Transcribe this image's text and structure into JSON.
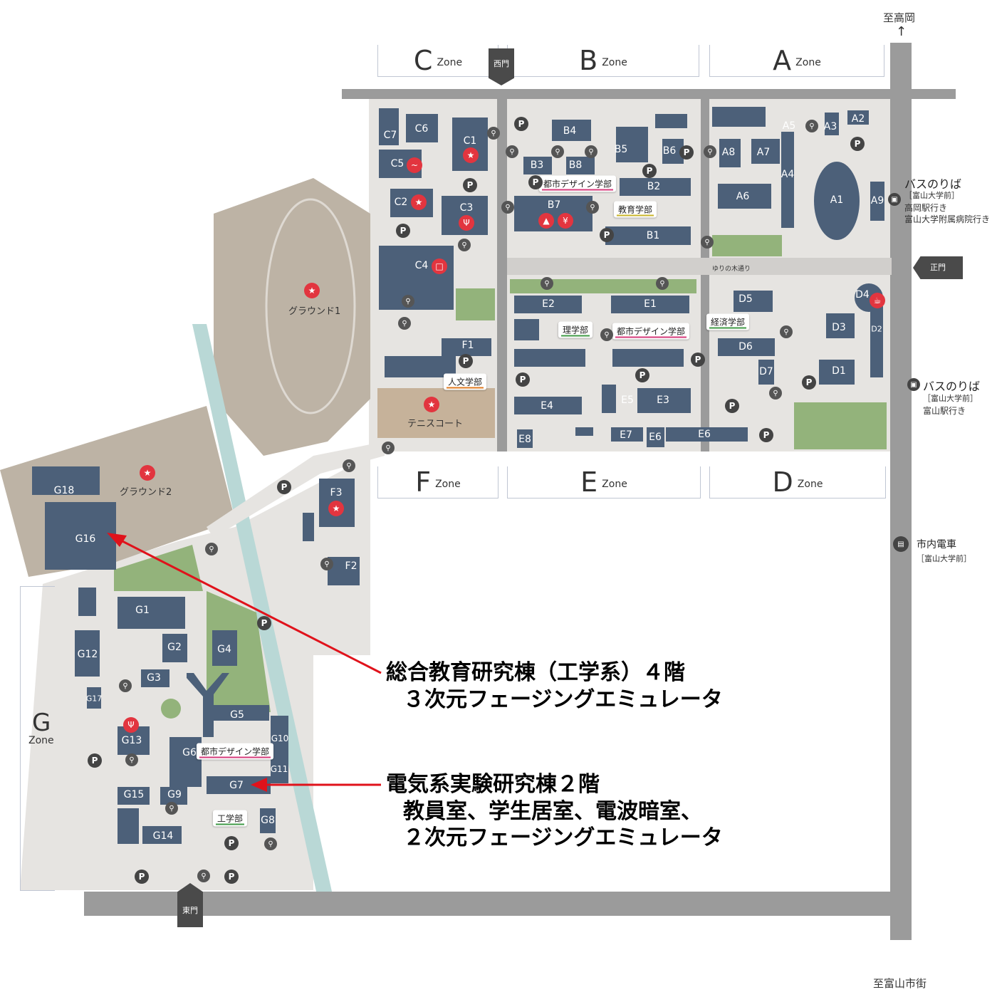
{
  "directions": {
    "north": "至高岡",
    "south": "至富山市街"
  },
  "gates": {
    "west": "西門",
    "main": "正門",
    "east": "東門"
  },
  "zones": {
    "C": {
      "letter": "C",
      "word": "Zone"
    },
    "B": {
      "letter": "B",
      "word": "Zone"
    },
    "A": {
      "letter": "A",
      "word": "Zone"
    },
    "F": {
      "letter": "F",
      "word": "Zone"
    },
    "E": {
      "letter": "E",
      "word": "Zone"
    },
    "D": {
      "letter": "D",
      "word": "Zone"
    },
    "G": {
      "letter": "G",
      "word": "Zone"
    }
  },
  "buildings": {
    "C7": "C7",
    "C6": "C6",
    "C1": "C1",
    "C5": "C5",
    "C2": "C2",
    "C3": "C3",
    "C4": "C4",
    "B4": "B4",
    "B5": "B5",
    "B6": "B6",
    "B3": "B3",
    "B8": "B8",
    "B2": "B2",
    "B7": "B7",
    "B1": "B1",
    "A5": "A5",
    "A3": "A3",
    "A2": "A2",
    "A8": "A8",
    "A7": "A7",
    "A4": "A4",
    "A6": "A6",
    "A1": "A1",
    "A9": "A9",
    "F1": "F1",
    "F3": "F3",
    "F2": "F2",
    "E2": "E2",
    "E1": "E1",
    "E4": "E4",
    "E5": "E5",
    "E3": "E3",
    "E8": "E8",
    "E7": "E7",
    "E6b": "E6",
    "E6": "E6",
    "D5": "D5",
    "D4": "D4",
    "D3": "D3",
    "D2": "D2",
    "D6": "D6",
    "D7": "D7",
    "D1": "D1",
    "G18": "G18",
    "G16": "G16",
    "G1": "G1",
    "G2": "G2",
    "G4": "G4",
    "G12": "G12",
    "G3": "G3",
    "G17": "G17",
    "G5": "G5",
    "G13": "G13",
    "G6": "G6",
    "G10": "G10",
    "G11": "G11",
    "G7": "G7",
    "G15": "G15",
    "G9": "G9",
    "G8": "G8",
    "G14": "G14"
  },
  "faculties": {
    "urban_b": "都市デザイン学部",
    "education": "教育学部",
    "science": "理学部",
    "urban_e": "都市デザイン学部",
    "economics": "経済学部",
    "humanities": "人文学部",
    "urban_g": "都市デザイン学部",
    "engineering": "工学部"
  },
  "places": {
    "ground1": "グラウンド1",
    "ground2": "グラウンド2",
    "tennis": "テニスコート",
    "lily_street": "ゆりの木通り"
  },
  "transit": {
    "bus1_title": "バスのりば",
    "bus1_stop": "［富山大学前］",
    "bus1_line1": "高岡駅行き",
    "bus1_line2": "富山大学附属病院行き",
    "bus2_title": "バスのりば",
    "bus2_stop": "［富山大学前］",
    "bus2_line1": "富山駅行き",
    "tram_title": "市内電車",
    "tram_stop": "［富山大学前］"
  },
  "parking_symbol": "P",
  "callouts": {
    "upper_line1": "総合教育研究棟（工学系）４階",
    "upper_line2": "３次元フェージングエミュレータ",
    "lower_line1": "電気系実験研究棟２階",
    "lower_line2": "教員室、学生居室、電波暗室、",
    "lower_line3": "２次元フェージングエミュレータ"
  },
  "colors": {
    "building": "#4c6079",
    "road": "#9b9b9b",
    "grass": "#93b37b",
    "ground": "#bdb3a5",
    "arrow": "#e0121b",
    "urban_underline": "#d63a7a",
    "education_underline": "#c9b52a",
    "science_underline": "#3f9a45",
    "economics_underline": "#3f9a45",
    "humanities_underline": "#e07a1f",
    "engineering_underline": "#3f9a45"
  }
}
